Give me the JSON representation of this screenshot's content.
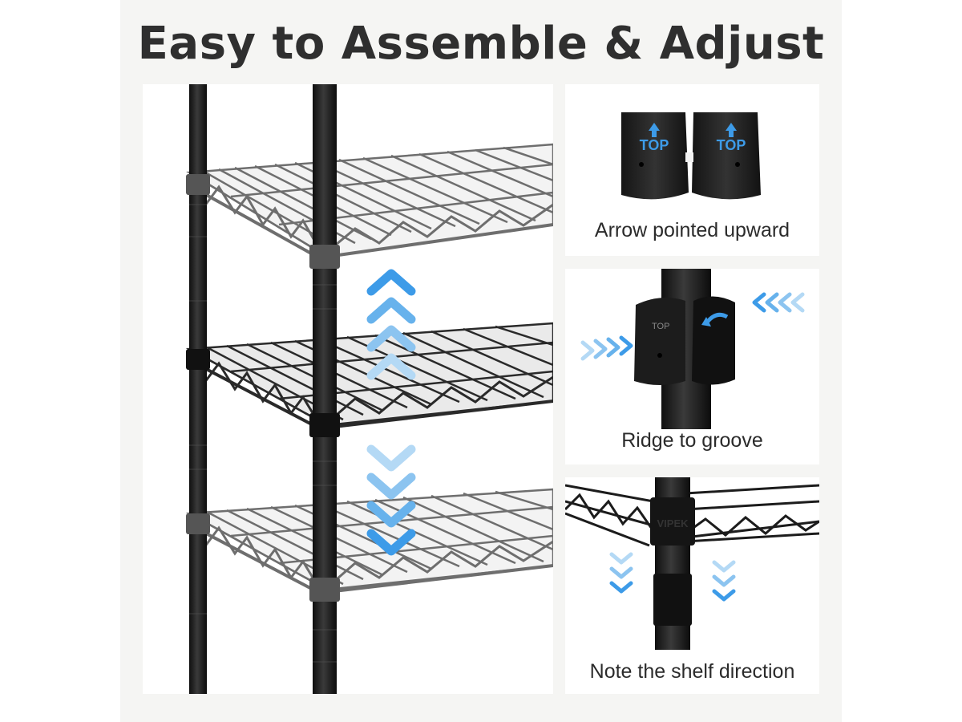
{
  "title": "Easy to Assemble & Adjust",
  "panels": {
    "clips": {
      "caption": "Arrow pointed upward",
      "tag_left": "TOP",
      "tag_right": "TOP"
    },
    "ridge": {
      "caption": "Ridge to groove",
      "clip_text": "TOP"
    },
    "direction": {
      "caption": "Note the shelf direction",
      "brand": "VIPEK"
    }
  },
  "colors": {
    "background": "#f5f5f3",
    "panel": "#ffffff",
    "title": "#2f2f2f",
    "metal": "#1e1e1e",
    "arrow_blue": "#3d9be8",
    "arrow_light": "#a9d2f3"
  },
  "icons": [
    "chevron-up-icon",
    "chevron-down-icon",
    "chevron-right-icon",
    "chevron-left-icon",
    "rotate-arrow-icon",
    "up-arrow-icon"
  ]
}
